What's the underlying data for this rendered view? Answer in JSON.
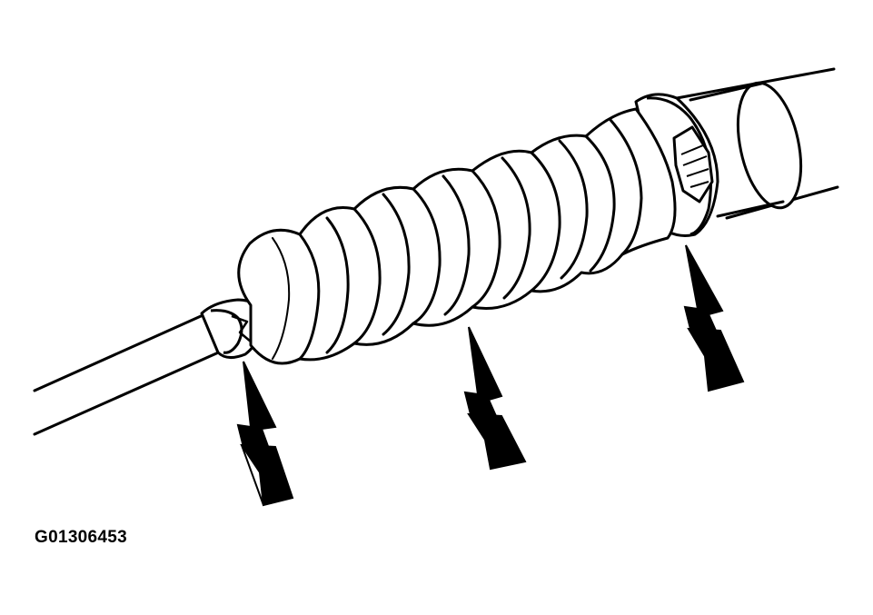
{
  "figure": {
    "id_label": "G01306453"
  },
  "colors": {
    "line": "#000000",
    "fill": "#ffffff",
    "arrow": "#000000"
  },
  "arrows": [
    {
      "name": "left-clamp-arrow"
    },
    {
      "name": "center-boot-arrow"
    },
    {
      "name": "right-clamp-arrow"
    }
  ]
}
